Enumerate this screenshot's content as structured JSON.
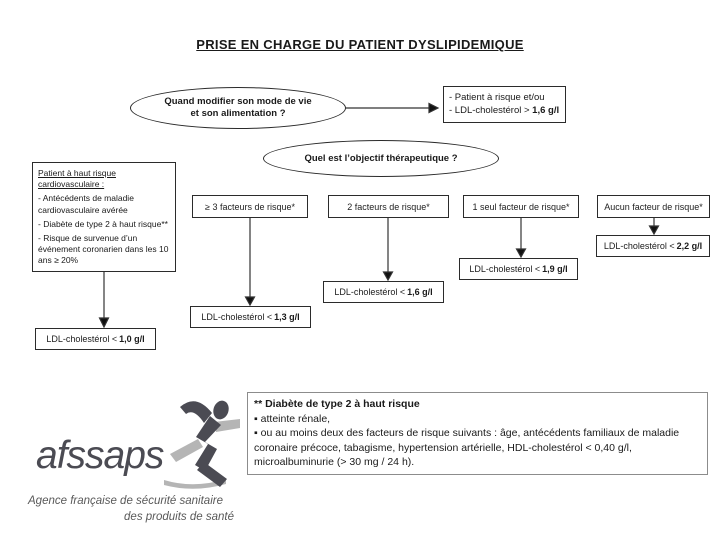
{
  "title": "PRISE EN CHARGE DU PATIENT DYSLIPIDEMIQUE",
  "colors": {
    "background": "#ffffff",
    "box_border": "#2b2b2b",
    "arrow": "#333333",
    "footnote_border": "#8c8c8c",
    "logo_dark": "#4b4b53",
    "logo_light": "#b5b5b5",
    "text": "#1a1a1a"
  },
  "lifestyle_question": {
    "line1": "Quand modifier son mode de vie",
    "line2": "et son alimentation ?"
  },
  "lifestyle_criteria": {
    "line1": "- Patient à risque et/ou",
    "line2_label": "- LDL-cholestérol > ",
    "line2_value": "1,6 g/l"
  },
  "objective_question": "Quel est l’objectif thérapeutique ?",
  "high_risk": {
    "heading": "Patient à haut risque cardiovasculaire :",
    "item1": "- Antécédents de maladie cardiovasculaire avérée",
    "item2": "- Diabète de type 2 à haut risque**",
    "item3": "- Risque de survenue d’un événement coronarien dans les 10 ans ≥ 20%",
    "target_label": "LDL-cholestérol <",
    "target_value": "1,0 g/l"
  },
  "risk_columns": [
    {
      "factor": "≥ 3 facteurs de risque*",
      "target_label": "LDL-cholestérol <",
      "target_value": "1,3 g/l"
    },
    {
      "factor": "2 facteurs de risque*",
      "target_label": "LDL-cholestérol <",
      "target_value": "1,6 g/l"
    },
    {
      "factor": "1 seul facteur de risque*",
      "target_label": "LDL-cholestérol <",
      "target_value": "1,9 g/l"
    },
    {
      "factor": "Aucun facteur de risque*",
      "target_label": "LDL-cholestérol <",
      "target_value": "2,2 g/l"
    }
  ],
  "footnote": {
    "title": "** Diabète de type 2 à haut risque",
    "bullet1": "▪ atteinte rénale,",
    "bullet2": "▪ ou au moins deux des facteurs de risque suivants : âge, antécédents familiaux de maladie coronaire précoce, tabagisme, hypertension artérielle, HDL-cholestérol < 0,40 g/l, microalbuminurie (> 30 mg / 24 h)."
  },
  "logo": {
    "wordmark": "afssaps",
    "tagline_line1": "Agence française de sécurité sanitaire",
    "tagline_line2": "des produits de santé"
  }
}
